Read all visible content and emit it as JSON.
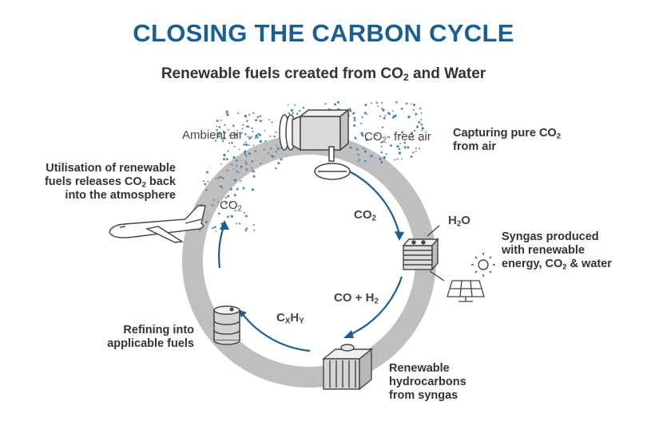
{
  "title": "CLOSING THE CARBON CYCLE",
  "subtitle": {
    "pre": "Renewable fuels created from CO",
    "sub": "2",
    "post": " and Water"
  },
  "labels": {
    "capture": {
      "l1_pre": "Capturing pure CO",
      "l1_sub": "2",
      "l2": "from air"
    },
    "syngas": {
      "l1": "Syngas produced",
      "l2": "with renewable",
      "l3": "energy, CO",
      "l3_sub": "2",
      "l3_post": " & water"
    },
    "hydrocarbons": {
      "l1": "Renewable",
      "l2": "hydrocarbons",
      "l3": "from syngas"
    },
    "refining": {
      "l1": "Refining into",
      "l2": "applicable fuels"
    },
    "utilisation": {
      "l1": "Utilisation of renewable",
      "l2_pre": "fuels releases CO",
      "l2_sub": "2",
      "l2_post": " back",
      "l3": "into the atmosphere"
    }
  },
  "inline": {
    "ambient_air": "Ambient air",
    "co2_free_pre": "CO",
    "co2_free_sub": "2",
    "co2_free_post": "- free air",
    "co2_arrow_pre": "CO",
    "co2_arrow_sub": "2",
    "h2o_pre": "H",
    "h2o_sub": "2",
    "h2o_post": "O",
    "coh2_pre": "CO + H",
    "coh2_sub": "2",
    "cxhy_c": "C",
    "cxhy_x": "X",
    "cxhy_h": "H",
    "cxhy_y": "Y",
    "co2_release_pre": "CO",
    "co2_release_sub": "2"
  },
  "colors": {
    "accent": "#1a5f8f",
    "ring": "#bfbfbf",
    "dots": "#3f88b8",
    "text": "#333333"
  },
  "icons": [
    "air-capture-unit-icon",
    "reactor-stack-icon",
    "sun-icon",
    "solar-panel-icon",
    "synthesis-reactor-icon",
    "fuel-barrel-icon",
    "airplane-icon"
  ]
}
